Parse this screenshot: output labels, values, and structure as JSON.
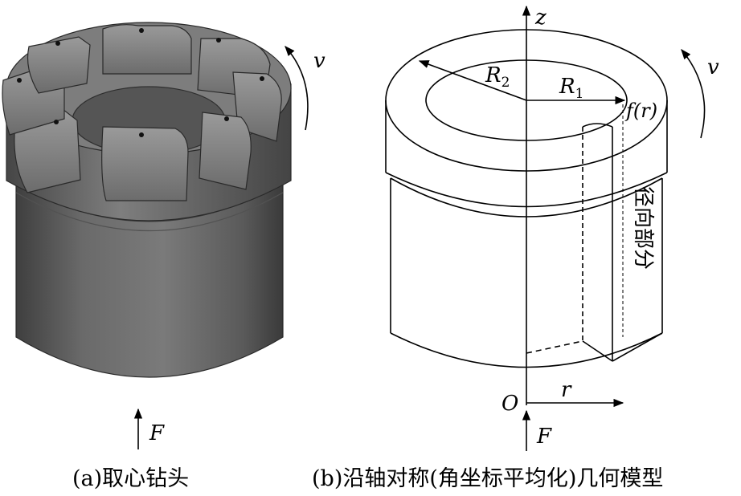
{
  "panel_a": {
    "rotation_label": "v",
    "force_label": "F",
    "caption": "(a)取心钻头"
  },
  "panel_b": {
    "axis_z_label": "z",
    "axis_r_label": "r",
    "origin_label": "O",
    "rotation_label": "v",
    "force_label": "F",
    "outer_radius_base": "R",
    "outer_radius_sub": "2",
    "inner_radius_base": "R",
    "inner_radius_sub": "1",
    "profile_label": "f(r)",
    "radial_part_label": "径向部分",
    "caption": "(b)沿轴对称(角坐标平均化)几何模型"
  },
  "colors": {
    "drill_body": "#6e6e6e",
    "drill_dark": "#4a4a4a",
    "drill_light": "#8c8c8c",
    "line": "#000000"
  }
}
